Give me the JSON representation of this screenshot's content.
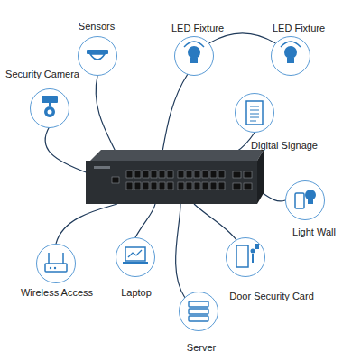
{
  "diagram": {
    "nodes": [
      {
        "text": [
          "Sensors"
        ]
      },
      {
        "text": [
          "LED Fixture"
        ]
      },
      {
        "text": [
          "LED Fixture"
        ]
      },
      {
        "text": [
          "Security Camera"
        ]
      },
      {
        "text": [
          "Digital Signage"
        ]
      },
      {
        "text": [
          "Light Wall"
        ]
      },
      {
        "text": [
          "Wireless Access"
        ]
      },
      {
        "text": [
          "Laptop"
        ]
      },
      {
        "text": [
          "Door Security Card"
        ]
      },
      {
        "text": [
          "Server"
        ]
      }
    ],
    "edges": [
      {
        "from": 1,
        "to": 2,
        "arrow": "none"
      }
    ]
  }
}
